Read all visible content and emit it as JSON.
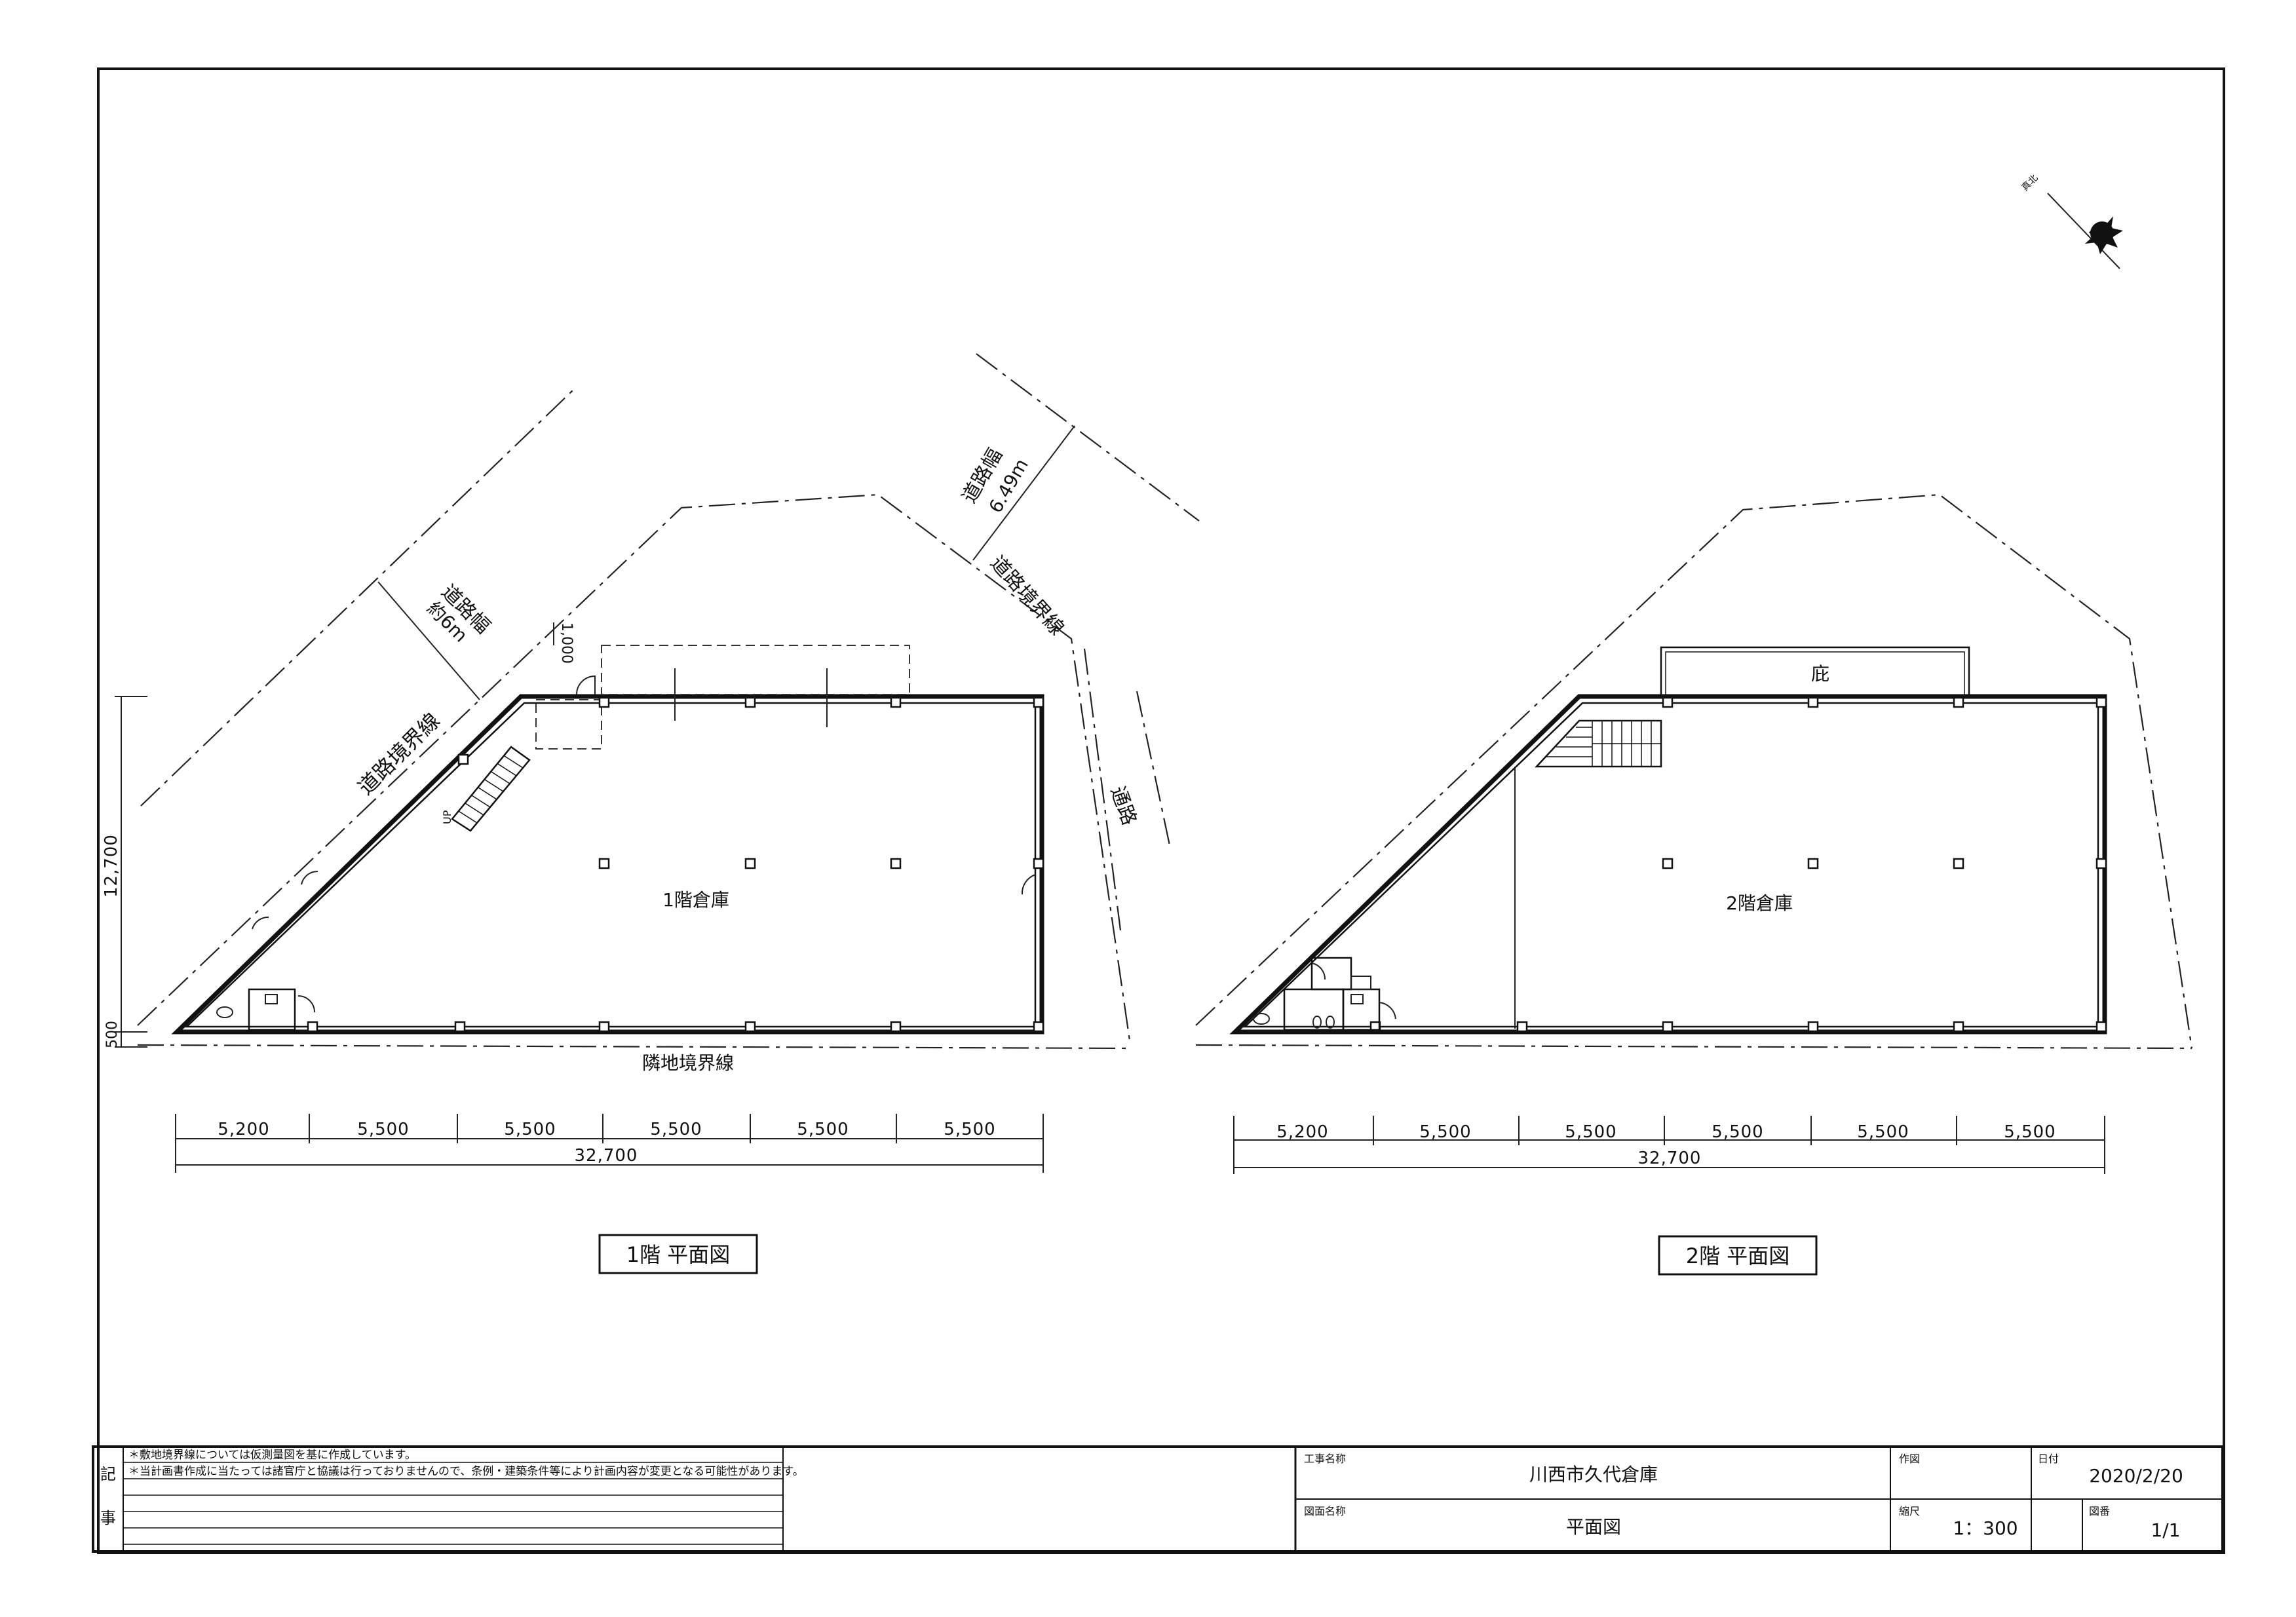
{
  "north_label": "真北",
  "floor1": {
    "title": "1階 平面図",
    "room_label": "1階倉庫",
    "road_boundary_label": "道路境界線",
    "road_width_label": "道路幅",
    "road_width_value": "約6m",
    "road2_width_label": "道路幅",
    "road2_width_value": "6.49m",
    "road2_boundary_label": "道路境界線",
    "path_label": "通路",
    "neighbor_boundary_label": "隣地境界線",
    "setback_label": "1,000",
    "depth_label": "12,700",
    "offset_label": "500",
    "stair_label": "UP",
    "spans": [
      "5,200",
      "5,500",
      "5,500",
      "5,500",
      "5,500",
      "5,500"
    ],
    "total": "32,700"
  },
  "floor2": {
    "title": "2階 平面図",
    "room_label": "2階倉庫",
    "canopy_label": "庇",
    "spans": [
      "5,200",
      "5,500",
      "5,500",
      "5,500",
      "5,500",
      "5,500"
    ],
    "total": "32,700"
  },
  "notes": {
    "side_label_1": "記",
    "side_label_2": "事",
    "note_1": "＊敷地境界線については仮測量図を基に作成しています。",
    "note_2": "＊当計画書作成に当たっては諸官庁と協議は行っておりませんので、条例・建築条件等により計画内容が変更となる可能性があります。"
  },
  "title_block": {
    "project_label": "工事名称",
    "project_name": "川西市久代倉庫",
    "drawing_label": "図面名称",
    "drawing_name": "平面図",
    "drawn_label": "作図",
    "drawn_value": "",
    "date_label": "日付",
    "date_value": "2020/2/20",
    "scale_label": "縮尺",
    "scale_value": "1：300",
    "sheet_label": "図番",
    "sheet_value": "1/1"
  }
}
